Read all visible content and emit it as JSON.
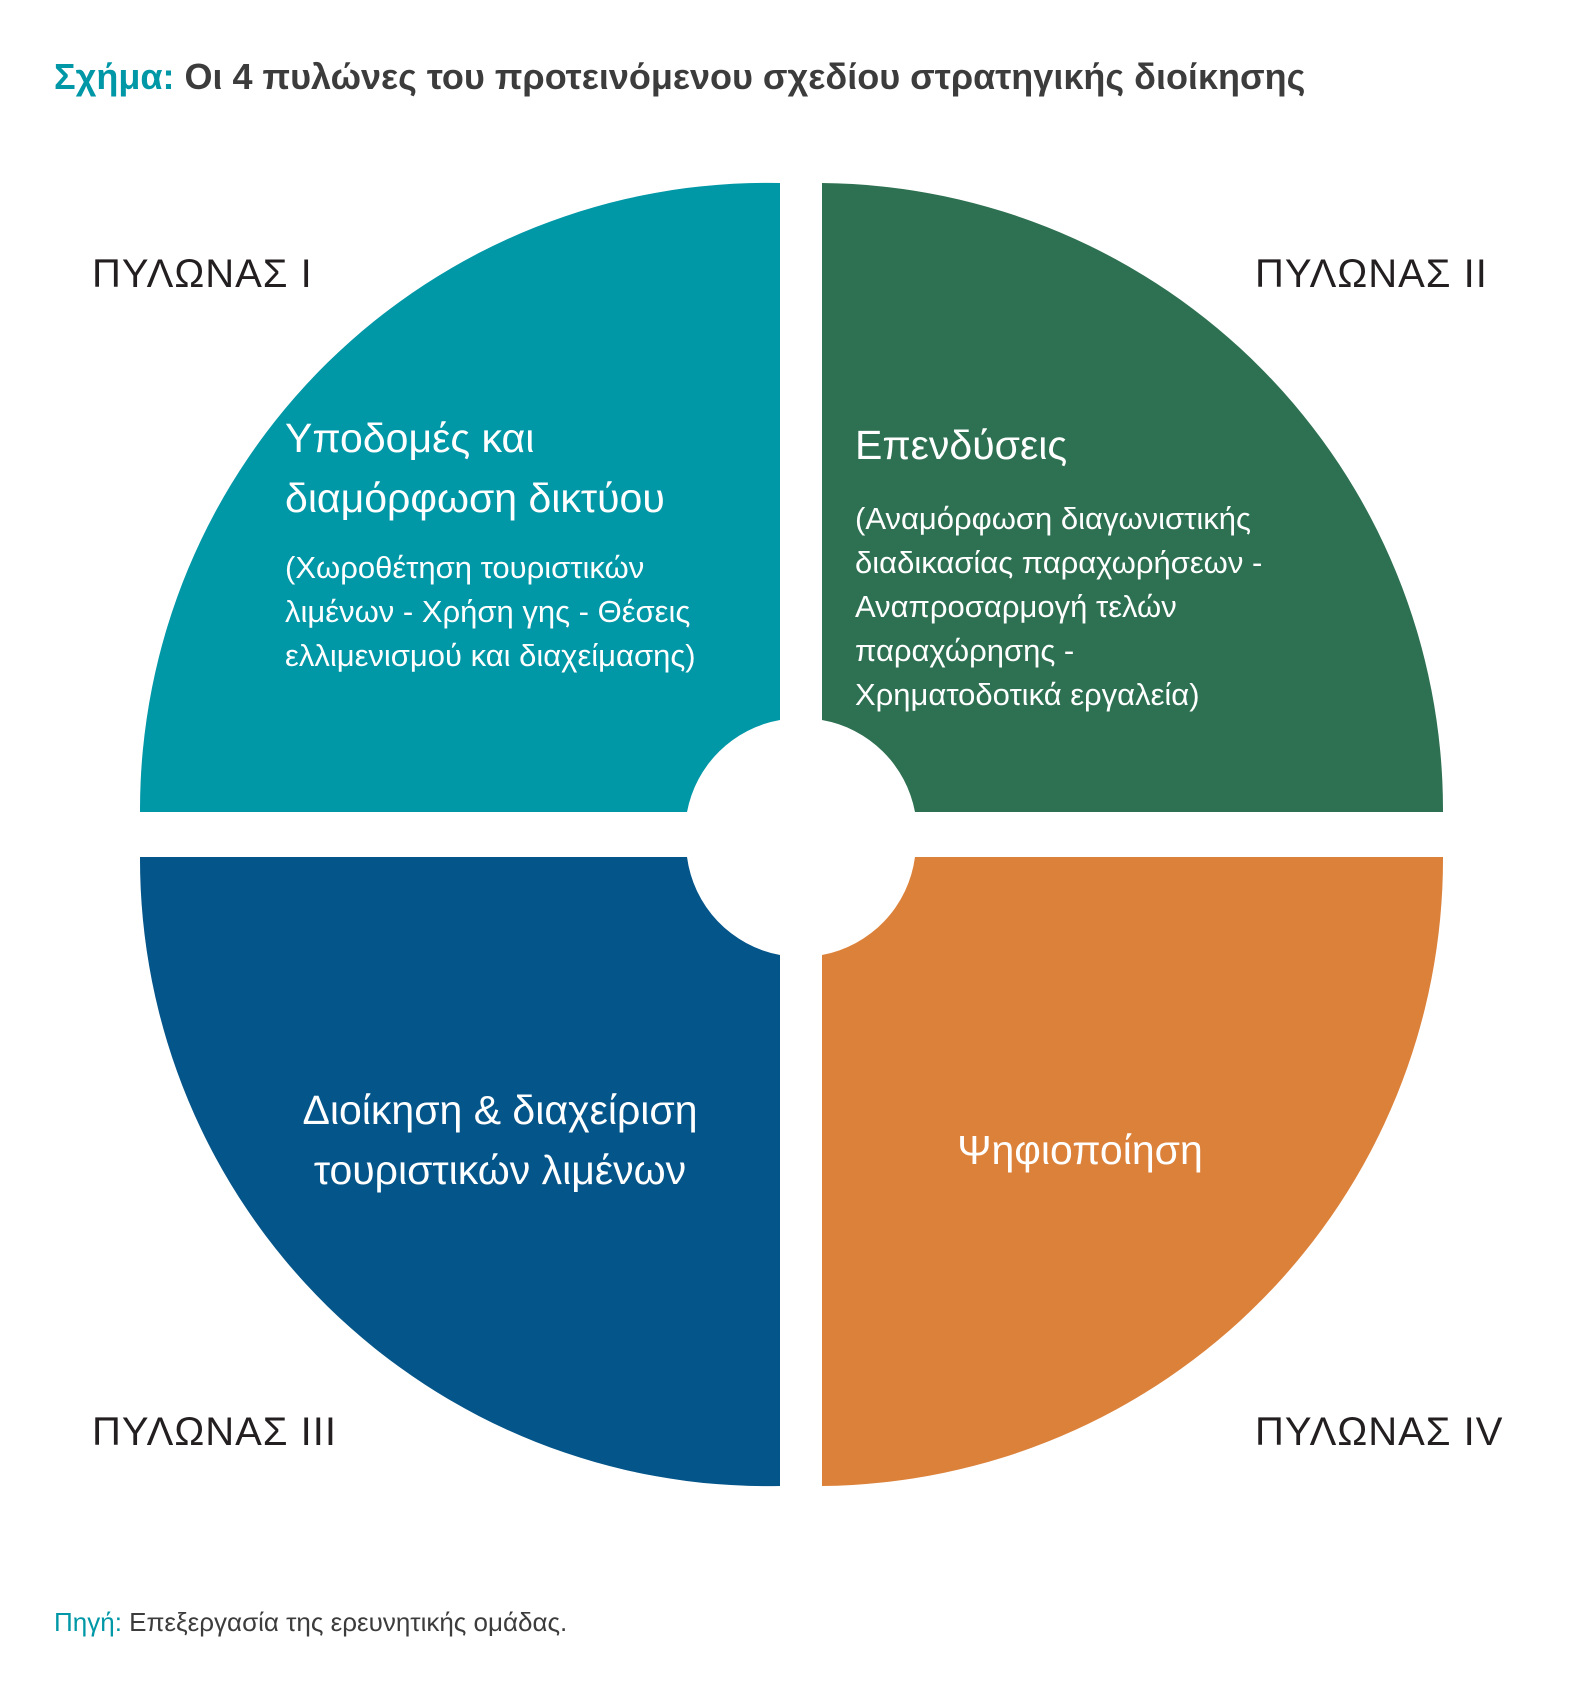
{
  "title": {
    "prefix": "Σχήμα:",
    "text": "Οι 4 πυλώνες του προτεινόμενου σχεδίου στρατηγικής διοίκησης"
  },
  "pillars": [
    {
      "label": "ΠΥΛΩΝΑΣ Ι",
      "title_lines": [
        "Υποδομές και",
        "διαμόρφωση δικτύου"
      ],
      "subtitle_lines": [
        "(Χωροθέτηση τουριστικών",
        "λιμένων - Χρήση γης - Θέσεις",
        "ελλιμενισμού και διαχείμασης)"
      ],
      "color": "#0097a7"
    },
    {
      "label": "ΠΥΛΩΝΑΣ ΙΙ",
      "title_lines": [
        "Επενδύσεις"
      ],
      "subtitle_lines": [
        "(Αναμόρφωση διαγωνιστικής",
        "διαδικασίας παραχωρήσεων -",
        "Αναπροσαρμογή τελών",
        "παραχώρησης -",
        "Χρηματοδοτικά εργαλεία)"
      ],
      "color": "#2e7152"
    },
    {
      "label": "ΠΥΛΩΝΑΣ ΙΙΙ",
      "title_lines": [
        "Διοίκηση & διαχείριση",
        "τουριστικών λιμένων"
      ],
      "subtitle_lines": [],
      "color": "#04558a"
    },
    {
      "label": "ΠΥΛΩΝΑΣ ΙV",
      "title_lines": [
        "Ψηφιοποίηση"
      ],
      "subtitle_lines": [],
      "color": "#dc813a"
    }
  ],
  "source": {
    "prefix": "Πηγή:",
    "text": "Επεξεργασία της ερευνητικής ομάδας."
  }
}
